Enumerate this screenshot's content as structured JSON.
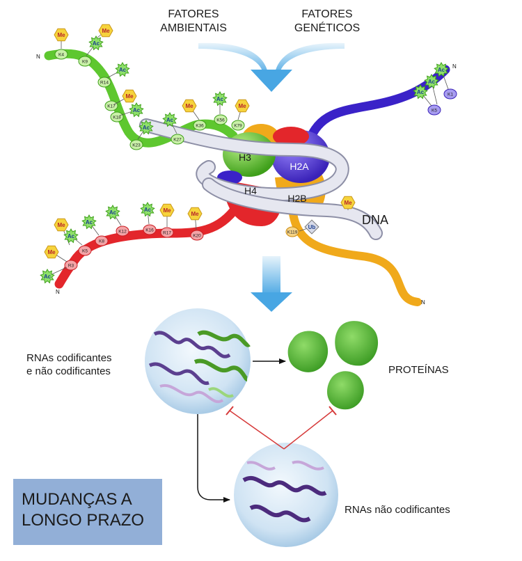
{
  "labels": {
    "fatores_ambientais": "FATORES\nAMBIENTAIS",
    "fatores_geneticos": "FATORES\nGENÉTICOS",
    "dna": "DNA",
    "rnas_codificantes": "RNAs codificantes\ne não codificantes",
    "proteinas": "PROTEÍNAS",
    "rnas_nao_codificantes": "RNAs não codificantes",
    "mudancas": "MUDANÇAS A\nLONGO PRAZO"
  },
  "histones": {
    "h3": "H3",
    "h2a": "H2A",
    "h4": "H4",
    "h2b": "H2B"
  },
  "marks": {
    "me": "Me",
    "ac": "Ac",
    "ub": "Ub",
    "n": "N"
  },
  "residues": {
    "green_tail": [
      "K4",
      "K9",
      "R14",
      "K17",
      "K18",
      "K23",
      "K27",
      "K36",
      "K56",
      "K79"
    ],
    "blue_tail": [
      "K5",
      "K1"
    ],
    "red_tail": [
      "R3",
      "K5",
      "K8",
      "K12",
      "K16",
      "R17",
      "K20"
    ],
    "yellow_tail": [
      "K119"
    ]
  },
  "colors": {
    "h3": "#5ec72f",
    "h2a": "#5a3fd6",
    "h4": "#e8232a",
    "h2b": "#f0a91b",
    "dna": "#dcdde8",
    "protein": "#58b638",
    "longo_box": "#92afd7",
    "inhibit": "#d63a3a",
    "flow_arrow": "#5aaee6"
  }
}
